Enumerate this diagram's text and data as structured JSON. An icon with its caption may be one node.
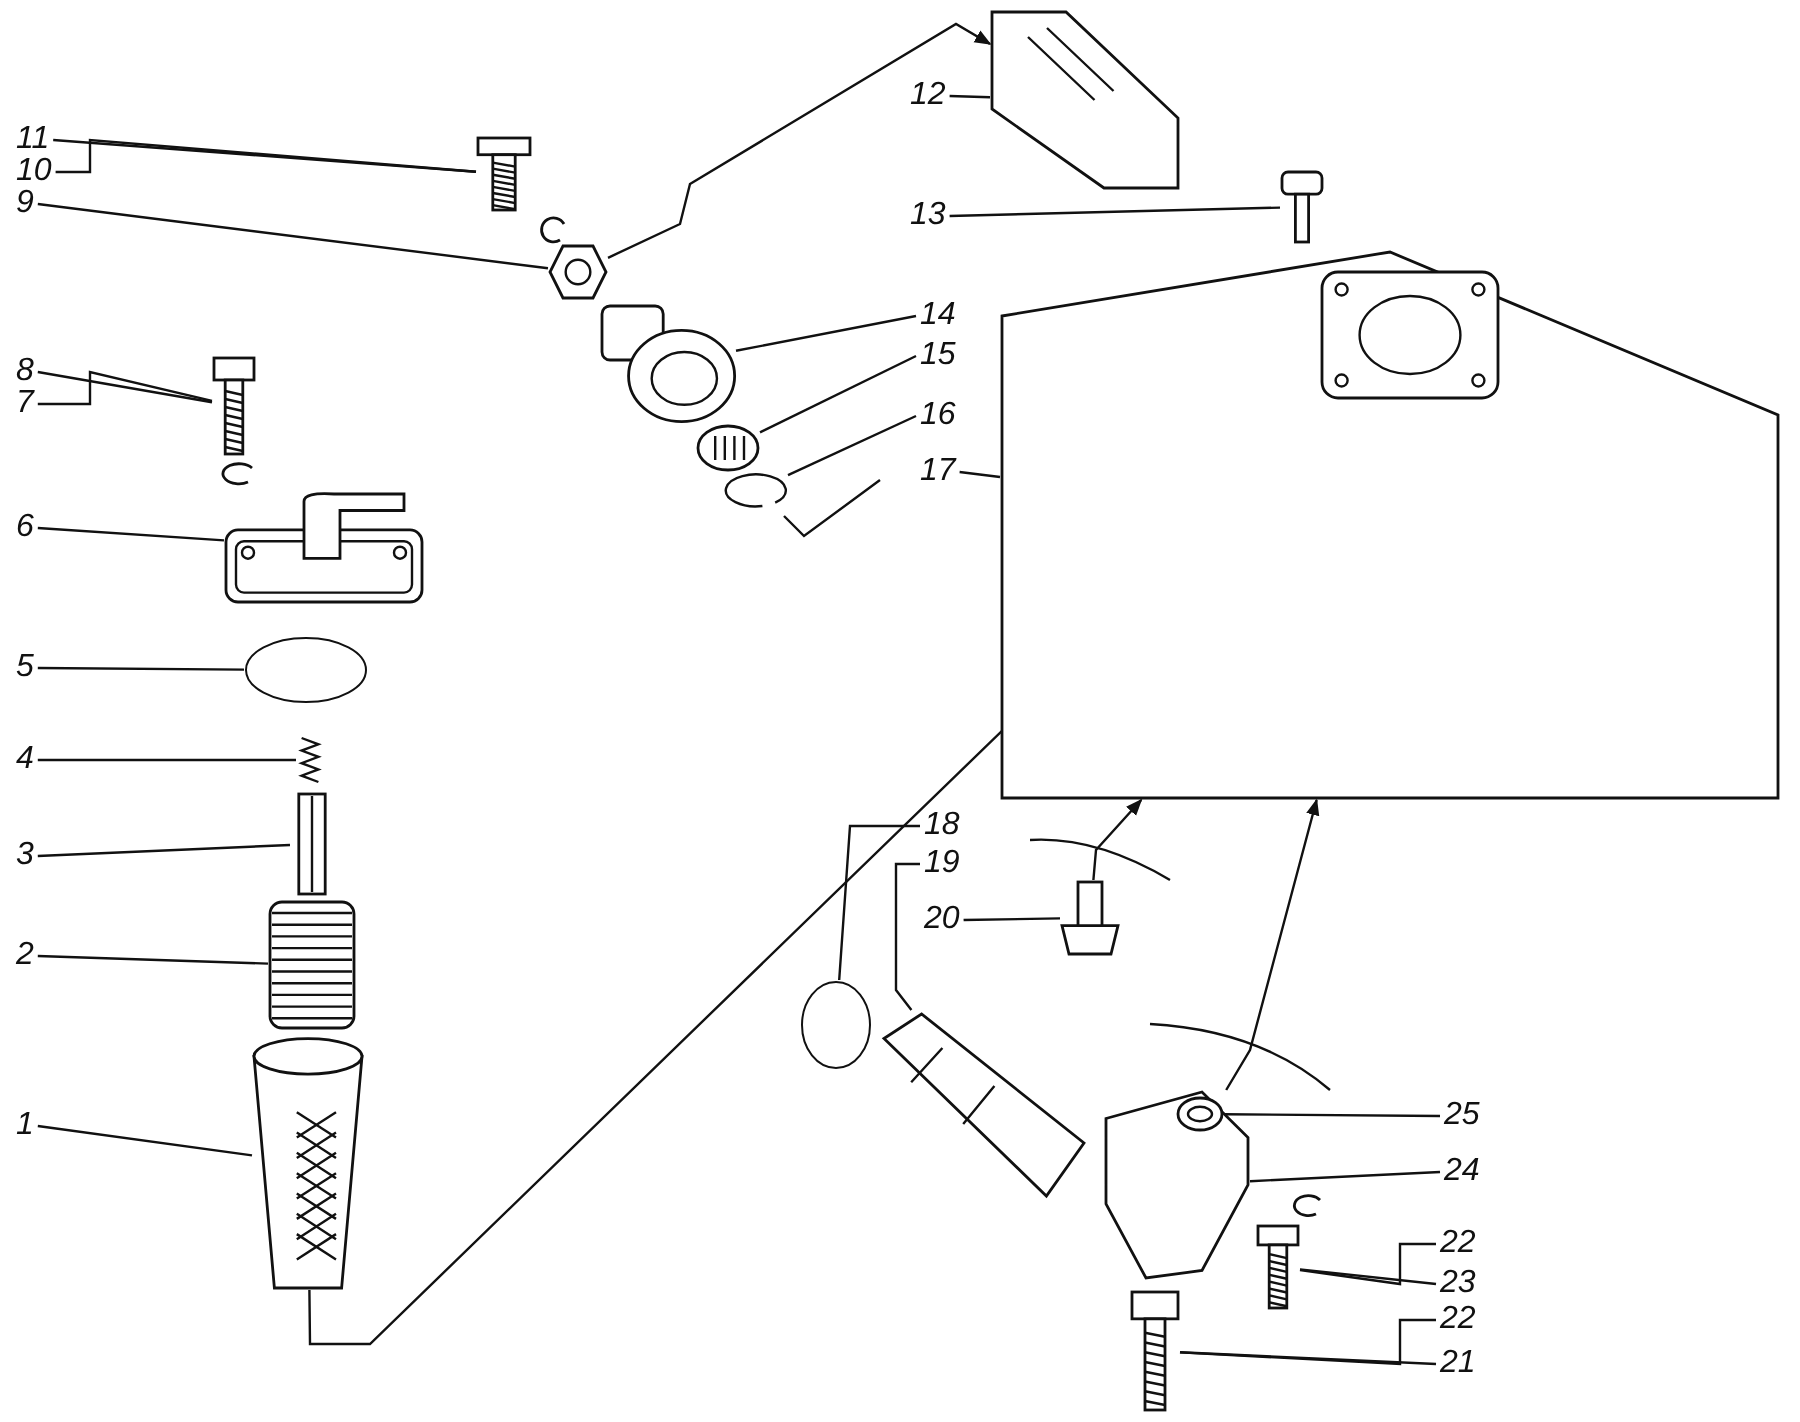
{
  "diagram": {
    "nodes": [
      {
        "text": [
          "11"
        ]
      },
      {
        "text": [
          "10"
        ]
      },
      {
        "text": [
          "9"
        ]
      },
      {
        "text": [
          "12"
        ]
      },
      {
        "text": [
          "13"
        ]
      },
      {
        "text": [
          "8"
        ]
      },
      {
        "text": [
          "7"
        ]
      },
      {
        "text": [
          "14"
        ]
      },
      {
        "text": [
          "15"
        ]
      },
      {
        "text": [
          "6"
        ]
      },
      {
        "text": [
          "16"
        ]
      },
      {
        "text": [
          "17"
        ]
      },
      {
        "text": [
          "5"
        ]
      },
      {
        "text": [
          "4"
        ]
      },
      {
        "text": [
          "3"
        ]
      },
      {
        "text": [
          "18"
        ]
      },
      {
        "text": [
          "19"
        ]
      },
      {
        "text": [
          "20"
        ]
      },
      {
        "text": [
          "2"
        ]
      },
      {
        "text": [
          "25"
        ]
      },
      {
        "text": [
          "1"
        ]
      },
      {
        "text": [
          "24"
        ]
      },
      {
        "text": [
          "22"
        ]
      },
      {
        "text": [
          "23"
        ]
      },
      {
        "text": [
          "22"
        ]
      },
      {
        "text": [
          "21"
        ]
      },
      {
        "text": [],
        "shape": "picture"
      },
      {
        "text": [],
        "shape": "picture"
      },
      {
        "text": [],
        "shape": "picture"
      },
      {
        "text": [],
        "shape": "picture"
      },
      {
        "text": [],
        "shape": "picture"
      },
      {
        "text": [],
        "shape": "picture"
      },
      {
        "text": [],
        "shape": "picture"
      },
      {
        "text": [],
        "shape": "picture"
      },
      {
        "text": [],
        "shape": "picture"
      },
      {
        "text": [],
        "shape": "picture"
      },
      {
        "text": [],
        "shape": "circle"
      },
      {
        "text": [],
        "shape": "picture"
      },
      {
        "text": [],
        "shape": "picture"
      },
      {
        "text": [],
        "shape": "circle"
      },
      {
        "text": [],
        "shape": "picture"
      },
      {
        "text": [],
        "shape": "picture"
      },
      {
        "text": [],
        "shape": "picture"
      },
      {
        "text": [],
        "shape": "picture"
      },
      {
        "text": [],
        "shape": "picture"
      },
      {
        "text": [],
        "shape": "picture",
        "in": 43
      },
      {
        "text": [],
        "shape": "picture"
      },
      {
        "text": [],
        "shape": "picture"
      },
      {
        "text": [],
        "shape": "picture",
        "in": 35
      }
    ],
    "edges": [
      {
        "from": 0,
        "to": 26,
        "arrow": "none"
      },
      {
        "from": 1,
        "to": 26,
        "arrow": "none"
      },
      {
        "from": 2,
        "to": 27,
        "arrow": "none"
      },
      {
        "from": 3,
        "to": 28,
        "arrow": "none"
      },
      {
        "from": 4,
        "to": 29,
        "arrow": "none"
      },
      {
        "from": 5,
        "to": 30,
        "arrow": "none"
      },
      {
        "from": 6,
        "to": 30,
        "arrow": "none"
      },
      {
        "from": 7,
        "to": 31,
        "arrow": "none"
      },
      {
        "from": 8,
        "to": 32,
        "arrow": "none"
      },
      {
        "from": 9,
        "to": 33,
        "arrow": "none"
      },
      {
        "from": 10,
        "to": 34,
        "arrow": "none"
      },
      {
        "from": 11,
        "to": 35,
        "arrow": "none"
      },
      {
        "from": 12,
        "to": 36,
        "arrow": "none"
      },
      {
        "from": 13,
        "to": 37,
        "arrow": "none"
      },
      {
        "from": 14,
        "to": 38,
        "arrow": "none"
      },
      {
        "from": 15,
        "to": 39,
        "arrow": "none"
      },
      {
        "from": 16,
        "to": 40,
        "arrow": "none"
      },
      {
        "from": 17,
        "to": 41,
        "arrow": "none"
      },
      {
        "from": 18,
        "to": 42,
        "arrow": "none"
      },
      {
        "from": 19,
        "to": 45,
        "arrow": "none"
      },
      {
        "from": 20,
        "to": 44,
        "arrow": "none"
      },
      {
        "from": 21,
        "to": 43,
        "arrow": "none"
      },
      {
        "from": 22,
        "to": 46,
        "arrow": "none"
      },
      {
        "from": 23,
        "to": 46,
        "arrow": "none"
      },
      {
        "from": 24,
        "to": 47,
        "arrow": "none"
      },
      {
        "from": 25,
        "to": 47,
        "arrow": "none"
      },
      {
        "from": 44,
        "to": 48,
        "arrow": "to"
      },
      {
        "from": 27,
        "to": 28,
        "arrow": "to"
      },
      {
        "from": 41,
        "to": 35,
        "arrow": "to"
      },
      {
        "from": 43,
        "to": 35,
        "arrow": "to"
      }
    ]
  }
}
